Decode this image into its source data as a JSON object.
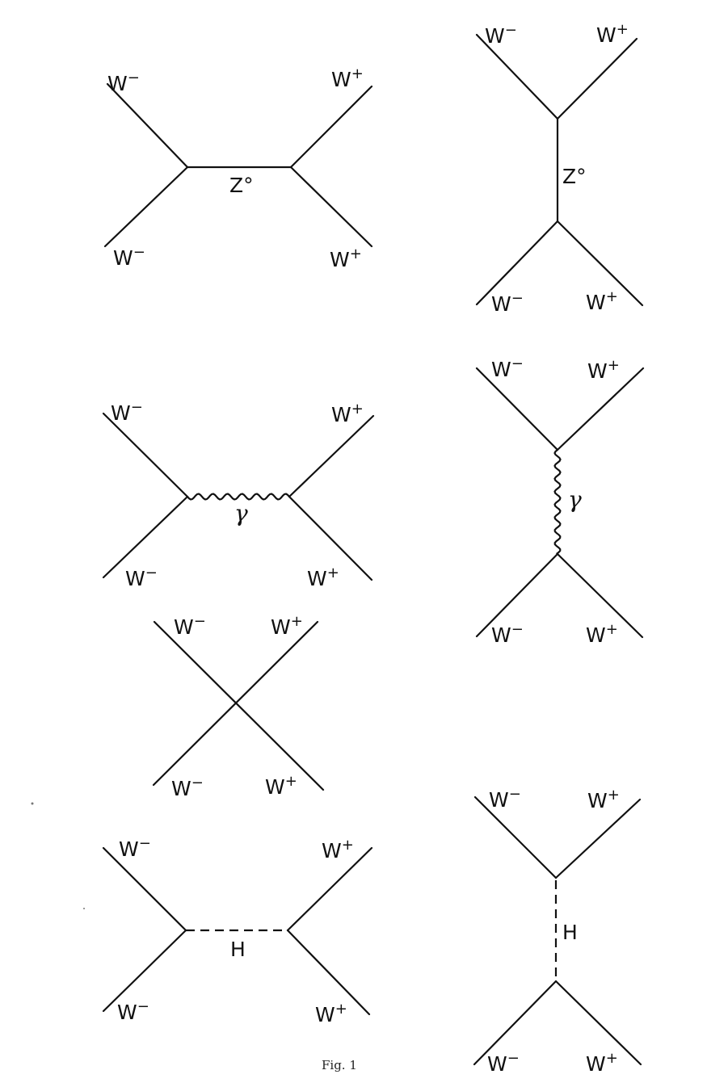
{
  "labels": {
    "w_minus_base": "W",
    "w_minus_sup": "−",
    "w_plus_base": "W",
    "w_plus_sup": "+",
    "z_boson": "Z°",
    "photon": "γ",
    "higgs": "H"
  },
  "diagrams": [
    {
      "id": "z-exchange-horizontal",
      "mediator": "Z°",
      "propagator_style": "solid"
    },
    {
      "id": "z-exchange-vertical",
      "mediator": "Z°",
      "propagator_style": "solid"
    },
    {
      "id": "photon-exchange-horizontal",
      "mediator": "γ",
      "propagator_style": "wavy"
    },
    {
      "id": "photon-exchange-vertical",
      "mediator": "γ",
      "propagator_style": "wavy"
    },
    {
      "id": "contact-quartic",
      "mediator": "",
      "propagator_style": "none"
    },
    {
      "id": "higgs-exchange-horizontal",
      "mediator": "H",
      "propagator_style": "dashed"
    },
    {
      "id": "higgs-exchange-vertical",
      "mediator": "H",
      "propagator_style": "dashed"
    }
  ],
  "caption": "Fig. 1"
}
